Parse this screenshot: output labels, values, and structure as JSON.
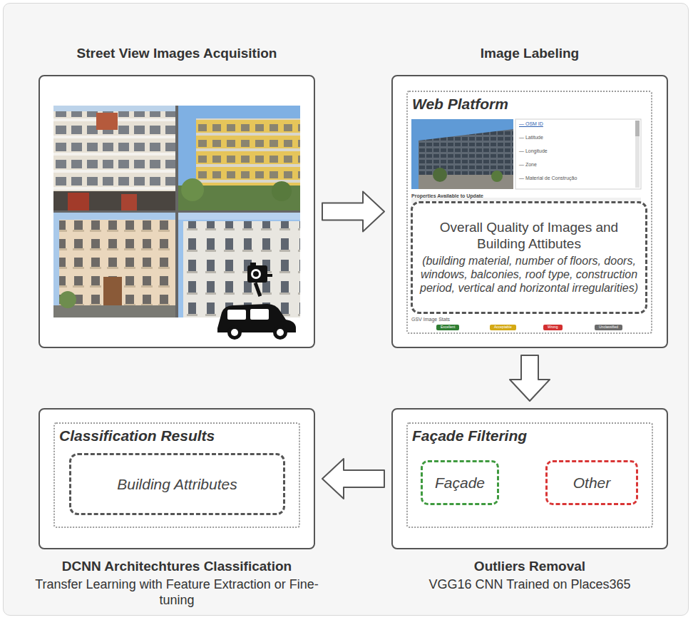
{
  "diagram": {
    "nodes": [
      {
        "text": [
          "Street View Images Acquisition"
        ]
      },
      {
        "text": [
          "Image Labeling"
        ]
      },
      {
        "text": [
          "Web Platform"
        ],
        "in": 1
      },
      {
        "text": [
          "Overall Quality of Images and Building Attibutes",
          "(building material, number of floors, doors, windows, balconies, roof type, construction period, vertical and horizontal irregularities)"
        ],
        "in": 2
      },
      {
        "text": [
          "DCNN Architechtures Classification",
          "Transfer Learning with Feature Extraction or Fine-tuning"
        ]
      },
      {
        "text": [
          "Classification Results"
        ],
        "in": 4
      },
      {
        "text": [
          "Building Attributes"
        ],
        "in": 5
      },
      {
        "text": [
          "Outliers Removal",
          "VGG16 CNN Trained on Places365"
        ]
      },
      {
        "text": [
          "Façade Filtering"
        ],
        "in": 7
      },
      {
        "text": [
          "Façade"
        ],
        "in": 8
      },
      {
        "text": [
          "Other"
        ],
        "in": 8
      }
    ],
    "edges": [
      {
        "from": 0,
        "to": 1,
        "arrow": "to"
      },
      {
        "from": 1,
        "to": 7,
        "arrow": "to"
      },
      {
        "from": 7,
        "to": 4,
        "arrow": "to"
      }
    ],
    "labels": [
      "— OSM ID",
      "— Latitude",
      "— Longitude",
      "— Zone",
      "— Material de Construção",
      "Properties Available to Update",
      "GSV Image Stats",
      "Excellent",
      "Acceptable",
      "Wrong",
      "Unclassified"
    ]
  }
}
